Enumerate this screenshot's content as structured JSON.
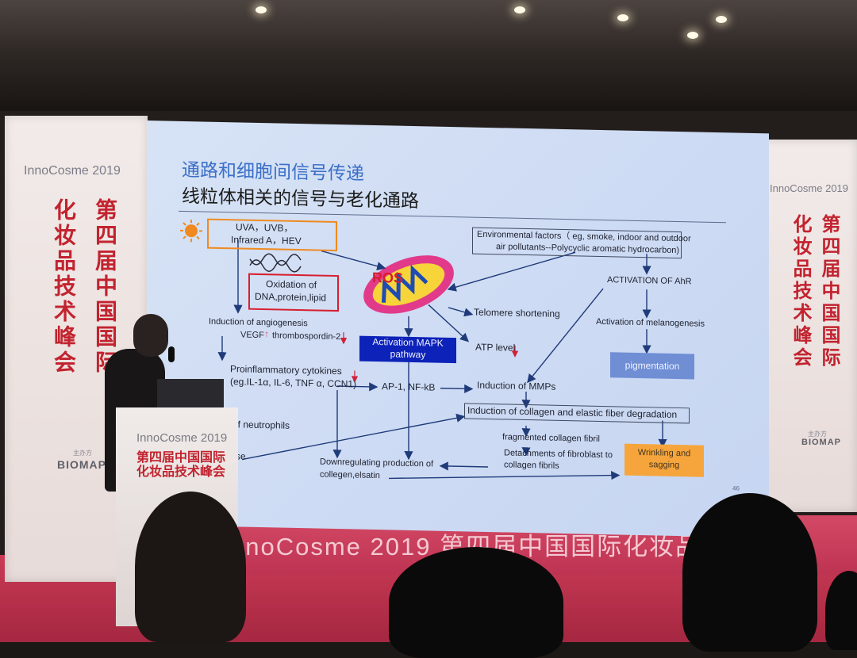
{
  "slide": {
    "title_line1": "通路和细胞间信号传递",
    "title_line2": "线粒体相关的信号与老化通路",
    "uv_line1": "UVA，UVB，",
    "uv_line2": "Infrared A，HEV",
    "oxidation_line1": "Oxidation of",
    "oxidation_line2": "DNA,protein,lipid",
    "ros": "ROS",
    "env_line1": "Environmental factors（ eg, smoke, indoor and outdoor",
    "env_line2": "air pollutants--Polycyclic aromatic hydrocarbon)",
    "activation_ahr": "ACTIVATION OF AhR",
    "telomere": "Telomere shortening",
    "angiogenesis": "Induction of angiogenesis",
    "vegf": "VEGF",
    "thrombospordin": "thrombospordin-2",
    "mapk": "Activation MAPK pathway",
    "atp": "ATP level",
    "melanogenesis": "Activation of melanogenesis",
    "pigmentation": "pigmentation",
    "cytokines_line1": "Proinflammatory cytokines",
    "cytokines_line2": "(eg.IL-1α, IL-6, TNF α, CCN1)",
    "ap1": "AP-1, NF-kB",
    "mmps": "Induction of MMPs",
    "neutrophils": "of neutrophils",
    "collagen_degradation": "Induction of collagen and elastic fiber degradation",
    "fragmented": "fragmented collagen fibril",
    "wrinkle": "Wrinkling and sagging",
    "se_fragment": "se",
    "downregulating_line1": "Downregulating production of",
    "downregulating_line2": "collegen,elsatin",
    "detachment_line1": "Detachments of fibroblast to",
    "detachment_line2": "collagen fibrils",
    "page_number": "46"
  },
  "banners": {
    "left_brand": "InnoCosme 2019",
    "left_vertical_col1": "化妆品技术峰会",
    "left_vertical_col2": "第四届中国国际",
    "left_sponsor": "BIOMAP",
    "left_host": "主办方",
    "right_brand": "InnoCosme 2019",
    "right_vertical_col1": "化妆品技术峰会",
    "right_vertical_col2": "第四届中国国际",
    "right_sponsor": "BIOMAP",
    "right_host": "主办方",
    "bottom_text": "nnoCosme 2019  第四届中国国际化妆品技术峰",
    "podium_brand": "InnoCosme 2019",
    "podium_cn_line1": "第四届中国国际",
    "podium_cn_line2": "化妆品技术峰会"
  },
  "colors": {
    "slide_title_blue": "#3b6fc8",
    "highlight_orange": "#f08a20",
    "highlight_red": "#d81e2e",
    "mapk_blue": "#0c22b8",
    "pigment_blue": "#6f8ed4",
    "wrinkle_orange": "#f6a53c",
    "banner_red": "#c2232f",
    "stage_pink": "#c93a55"
  }
}
